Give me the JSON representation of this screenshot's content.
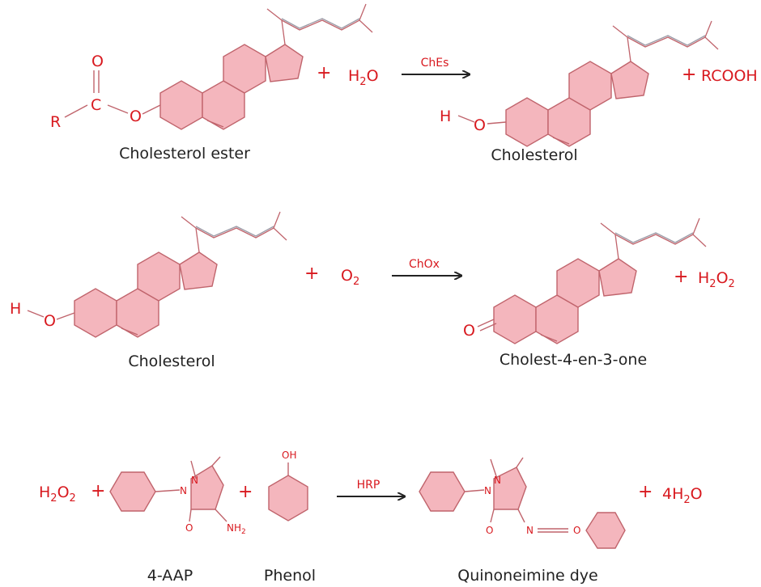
{
  "reactions": [
    {
      "reactant_caption": "Cholesterol ester",
      "reactant_atoms": {
        "carbonyl_o": "O",
        "carbon": "C",
        "r_group": "R",
        "ester_o": "O"
      },
      "plus": "+",
      "co_reactant": {
        "base": "H",
        "sub": "2",
        "tail": "O"
      },
      "enzyme": "ChEs",
      "product_caption": "Cholesterol",
      "product_atoms": {
        "hydrogen": "H",
        "oxygen": "O"
      },
      "product_plus": "+",
      "co_product": "RCOOH"
    },
    {
      "reactant_caption": "Cholesterol",
      "reactant_atoms": {
        "hydrogen": "H",
        "oxygen": "O"
      },
      "plus": "+",
      "co_reactant": {
        "base": "O",
        "sub": "2"
      },
      "enzyme": "ChOx",
      "product_caption": "Cholest-4-en-3-one",
      "product_atoms": {
        "oxygen": "O"
      },
      "product_plus": "+",
      "co_product": {
        "base": "H",
        "sub1": "2",
        "mid": "O",
        "sub2": "2"
      }
    },
    {
      "lead": {
        "base": "H",
        "sub1": "2",
        "mid": "O",
        "sub2": "2"
      },
      "plus1": "+",
      "aap_caption": "4-AAP",
      "aap_atoms": {
        "n1": "N",
        "n2": "N",
        "o": "O",
        "nh": "NH",
        "nh_sub": "2"
      },
      "plus2": "+",
      "phenol_caption": "Phenol",
      "phenol_atoms": {
        "oh": "OH"
      },
      "enzyme": "HRP",
      "product_caption": "Quinoneimine dye",
      "product_atoms": {
        "n1": "N",
        "n2": "N",
        "o": "O",
        "n3": "N",
        "o2": "O"
      },
      "product_plus": "+",
      "co_product": {
        "pre": "4H",
        "sub": "2",
        "tail": "O"
      }
    }
  ],
  "colors": {
    "atom": "#d8191f",
    "ring_fill": "#f4b6bd",
    "ring_stroke": "#c0646c",
    "caption": "#222222",
    "arrow": "#222222"
  }
}
